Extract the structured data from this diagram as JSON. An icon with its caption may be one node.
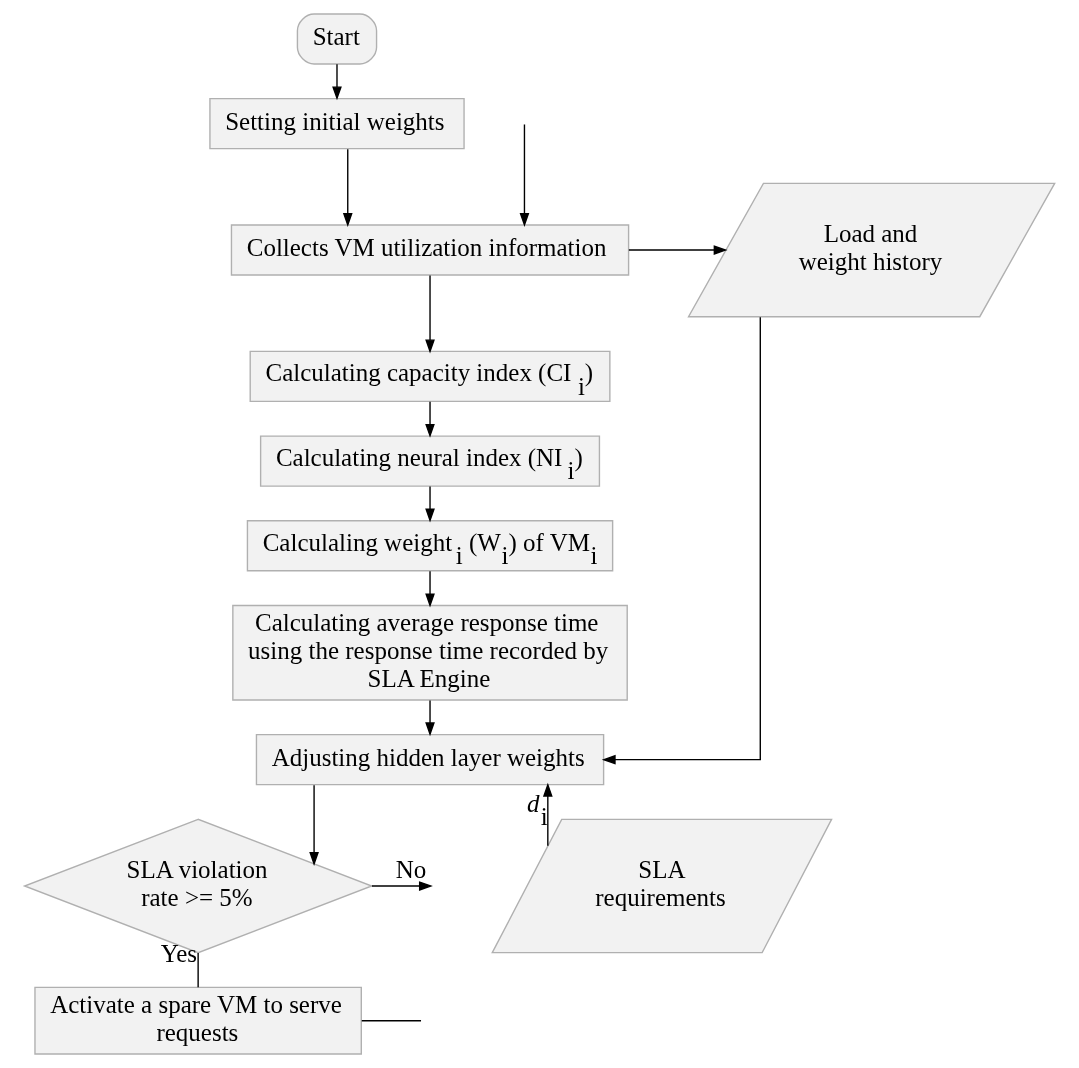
{
  "diagram": {
    "nodes": [
      {
        "text": [
          "Start"
        ]
      },
      {
        "text": [
          "Setting initial weights"
        ]
      },
      {
        "text": [
          "Collects VM utilization information"
        ]
      },
      {
        "text": [
          "Load and weight history"
        ]
      },
      {
        "text": [
          "Calculating capacity index (CI$_{i}$)"
        ]
      },
      {
        "text": [
          "Calculating neural index (NI$_{i}$)"
        ]
      },
      {
        "text": [
          "Calculaling weight$_{i}$ (W$_{i}$) of VM$_{i}$"
        ]
      },
      {
        "text": [
          "Calculating average response time using the response time recorded by SLA Engine"
        ]
      },
      {
        "text": [
          "Adjusting hidden layer weights"
        ]
      },
      {
        "text": [
          "SLA requirements"
        ]
      },
      {
        "text": [
          "SLA violation rate >= 5%"
        ]
      },
      {
        "text": [
          "Activate a spare VM to serve requests"
        ]
      }
    ],
    "edges": [
      {
        "from": 0,
        "to": 1,
        "arrow": "to"
      },
      {
        "from": 1,
        "to": 2,
        "arrow": "to"
      },
      {
        "from": null,
        "to": 2,
        "arrow": "to"
      },
      {
        "from": 2,
        "to": 3,
        "arrow": "to"
      },
      {
        "from": 2,
        "to": 4,
        "arrow": "to"
      },
      {
        "from": 4,
        "to": 5,
        "arrow": "to"
      },
      {
        "from": 5,
        "to": 6,
        "arrow": "to"
      },
      {
        "from": 6,
        "to": 7,
        "arrow": "to"
      },
      {
        "from": 3,
        "to": 8,
        "arrow": "to"
      },
      {
        "from": 7,
        "to": 8,
        "arrow": "to"
      },
      {
        "from": 9,
        "to": 8,
        "arrow": "to",
        "label": "*d*$_{i}$"
      },
      {
        "from": 8,
        "to": 10,
        "arrow": "to"
      },
      {
        "from": 10,
        "to": null,
        "arrow": "to",
        "label": "No"
      },
      {
        "from": 10,
        "to": 11,
        "arrow": "none",
        "label": "Yes"
      },
      {
        "from": 11,
        "to": null,
        "arrow": "none"
      }
    ]
  }
}
